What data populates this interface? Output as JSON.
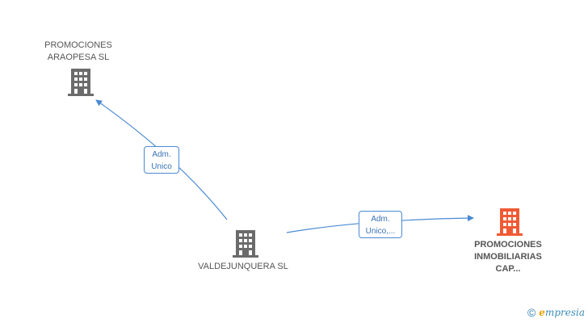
{
  "nodes": {
    "promociones_araopesa": {
      "label_line1": "PROMOCIONES",
      "label_line2": "ARAOPESA SL",
      "icon": "building-icon",
      "color": "#6b6b6b"
    },
    "valdejunquera": {
      "label": "VALDEJUNQUERA SL",
      "icon": "building-icon",
      "color": "#6b6b6b"
    },
    "promociones_inmobiliarias": {
      "label_line1": "PROMOCIONES",
      "label_line2": "INMOBILIARIAS",
      "label_line3": "CAP...",
      "icon": "building-icon",
      "color": "#ef5a34"
    }
  },
  "edges": {
    "to_araopesa": {
      "line1": "Adm.",
      "line2": "Unico"
    },
    "to_inmobiliarias": {
      "line1": "Adm.",
      "line2": "Unico,..."
    }
  },
  "edge_color": "#4a8ad4",
  "watermark": {
    "copyright": "©",
    "brand_initial": "e",
    "brand_rest": "mpresia"
  }
}
